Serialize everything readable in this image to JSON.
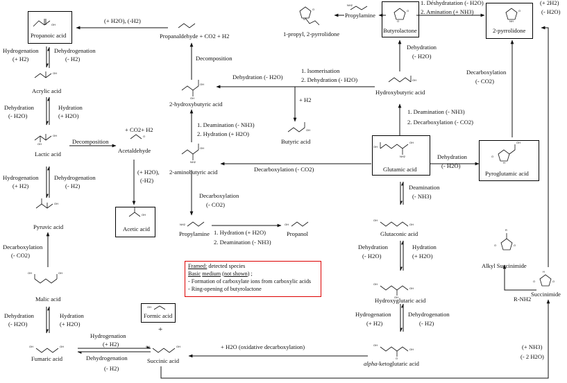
{
  "species": {
    "propanoic_acid": "Propanoic acid",
    "acrylic_acid": "Acrylic acid",
    "lactic_acid": "Lactic acid",
    "pyruvic_acid": "Pyruvic acid",
    "malic_acid": "Malic acid",
    "fumaric_acid": "Fumaric acid",
    "succinic_acid": "Succinic acid",
    "formic_acid": "Formic acid",
    "acetic_acid": "Acetic acid",
    "acetaldehyde": "Acetaldehyde",
    "propanaldehyde_co2_h2": "Propanaldehyde + CO2 + H2",
    "two_hydroxybutyric_acid": "2-hydroxybutyric acid",
    "two_aminobutyric_acid": "2-aminobutyric acid",
    "propylamine_left": "Propylamine",
    "propanol": "Propanol",
    "butyric_acid": "Butyric acid",
    "hydroxybutyric_acid": "Hydroxybutyric acid",
    "glutamic_acid": "Glutamic acid",
    "glutaconic_acid": "Glutaconic acid",
    "hydroxyglutaric_acid": "Hydroxyglutaric acid",
    "alpha": "alpha",
    "ketoglutaric_acid": "-ketoglutaric acid",
    "butyrolactone": "Butyrolactone",
    "propylamine_top": "Propylamine",
    "propyl_pyrrolidone": "1-propyl, 2-pyrrolidone",
    "two_pyrrolidone": "2-pyrrolidone",
    "pyroglutamic_acid": "Pyroglutamic acid",
    "alkyl_succinimide": "Alkyl Succinimide",
    "succinimide": "Succinimide",
    "co2_h2_top": "+ CO2+ H2",
    "plus_sign": "+"
  },
  "reactions": {
    "h2o_minus_h2": "(+ H2O), (-H2)",
    "hydrogenation": "Hydrogenation",
    "plus_h2": "(+ H2)",
    "dehydrogenation": "Dehydrogenation",
    "minus_h2": "(- H2)",
    "dehydration": "Dehydration",
    "minus_h2o": "(- H2O)",
    "hydration": "Hydration",
    "plus_h2o": "(+ H2O)",
    "decomposition": "Decomposition",
    "h2o_h2_paren_1": "(+ H2O),",
    "h2o_h2_paren_2": "(-H2)",
    "decarboxylation": "Decarboxylation",
    "minus_co2": "(- CO2)",
    "dehydration_minus_h2o": "Dehydration (- H2O)",
    "isomerisation": "1. Isomerisation",
    "dehydration_step2": "2. Dehydration (- H2O)",
    "plus_h2_short": "+ H2",
    "deamination_step1": "1. Deamination (- NH3)",
    "hydration_step2": "2. Hydration (+ H2O)",
    "decarboxylation_minus_co2": "Decarboxylation (- CO2)",
    "hydration_step1": "1. Hydration (+ H2O)",
    "deamination_step2": "2. Deamination (- NH3)",
    "deamination_step1b": "1. Deamination (- NH3)",
    "decarboxylation_step2": "2. Decarboxylation (- CO2)",
    "deshydratation": "1. Déshydratation (- H2O)",
    "amination": "2. Amination (+ NH3)",
    "plus_2h2": "(+ 2H2)",
    "deamination": "Deamination",
    "minus_nh3": "(- NH3)",
    "oxidative_decarboxylation": "+ H2O (oxidative decarboxylation)",
    "r_nh2": "R-NH2",
    "plus_nh3": "(+ NH3)",
    "minus_2h2o": "(- 2 H2O)"
  },
  "legend": {
    "framed": "Framed:",
    "framed_rest": " detected species",
    "basic": "Basic",
    "medium": "medium",
    "not_shown": "not shown",
    "semicolon": " ;",
    "item1": "- Formation of carboxylate ions from carboxylic acids",
    "item2": "- Ring-opening of butyrolactone"
  },
  "atoms": {
    "oh": "OH",
    "o": "O",
    "nh2": "NH2",
    "nh": "NH",
    "n": "N",
    "r": "R",
    "h": "H"
  },
  "colors": {
    "legend_border": "#d00000",
    "ink": "#111111"
  }
}
